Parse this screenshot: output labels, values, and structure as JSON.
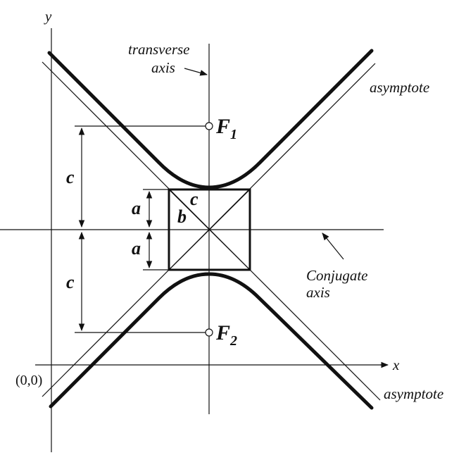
{
  "axes": {
    "x_label": "x",
    "y_label": "y",
    "origin_label": "(0,0)"
  },
  "labels": {
    "transverse_line1": "transverse",
    "transverse_line2": "axis",
    "conjugate_line1": "Conjugate",
    "conjugate_line2": "axis",
    "asymptote_top": "asymptote",
    "asymptote_bottom": "asymptote"
  },
  "foci": {
    "f1_main": "F",
    "f1_sub": "1",
    "f2_main": "F",
    "f2_sub": "2"
  },
  "dimensions": {
    "c_upper": "c",
    "c_lower": "c",
    "a_upper": "a",
    "a_lower": "a",
    "c_diag": "c",
    "b_label": "b"
  }
}
